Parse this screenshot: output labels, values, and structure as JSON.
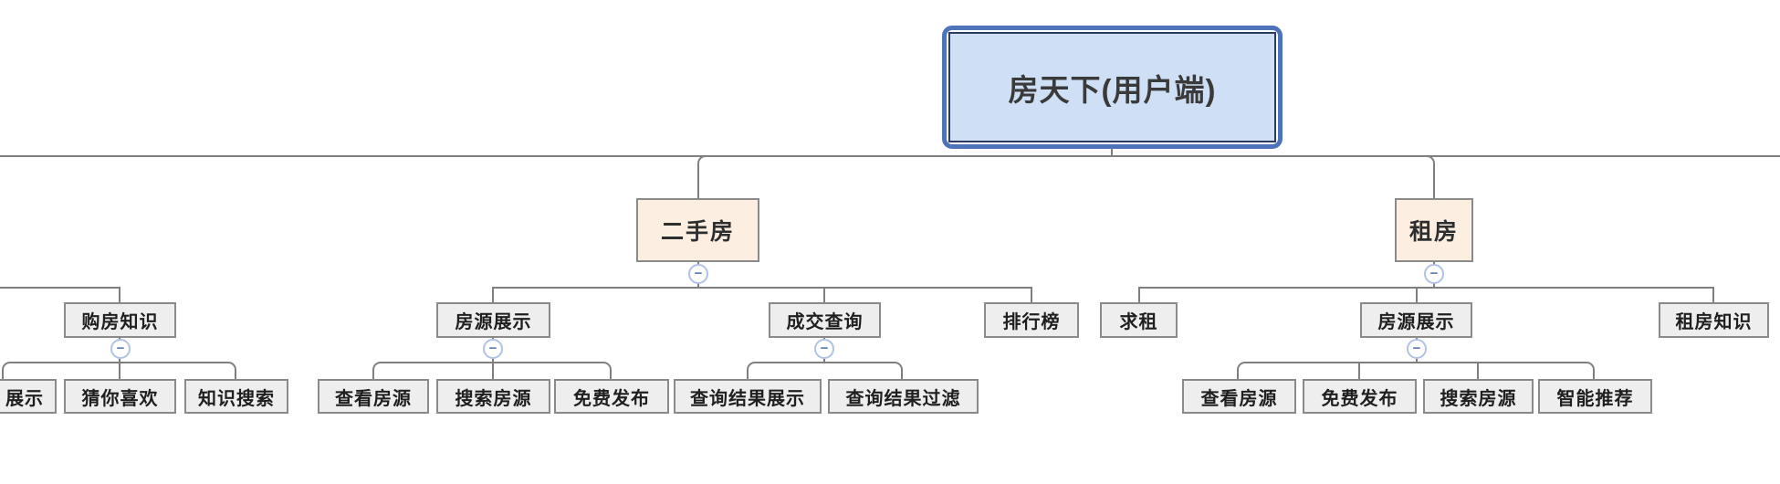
{
  "tree": {
    "root": {
      "label": "房天下(用户端)"
    },
    "branches": [
      {
        "label": "二手房",
        "children": [
          {
            "label": "房源展示",
            "children": [
              {
                "label": "查看房源"
              },
              {
                "label": "搜索房源"
              },
              {
                "label": "免费发布"
              }
            ]
          },
          {
            "label": "成交查询",
            "children": [
              {
                "label": "查询结果展示"
              },
              {
                "label": "查询结果过滤"
              }
            ]
          },
          {
            "label": "排行榜"
          }
        ]
      },
      {
        "label": "租房",
        "children": [
          {
            "label": "求租"
          },
          {
            "label": "房源展示",
            "children": [
              {
                "label": "查看房源"
              },
              {
                "label": "免费发布"
              },
              {
                "label": "搜索房源"
              },
              {
                "label": "智能推荐"
              }
            ]
          },
          {
            "label": "租房知识"
          }
        ]
      }
    ],
    "partial_branch": {
      "label": "购房知识",
      "children": [
        {
          "label": "展示"
        },
        {
          "label": "猜你喜欢"
        },
        {
          "label": "知识搜索"
        }
      ]
    }
  },
  "icons": {
    "collapse": "−"
  },
  "colors": {
    "root_border": "#4d73ba",
    "root_fill": "#cfe0f6",
    "branch_fill": "#fcefe2",
    "node_fill": "#eeeeee",
    "node_border": "#8a8a8a",
    "connector": "#7f7f7f",
    "collapse_accent": "#5c7ab2"
  }
}
